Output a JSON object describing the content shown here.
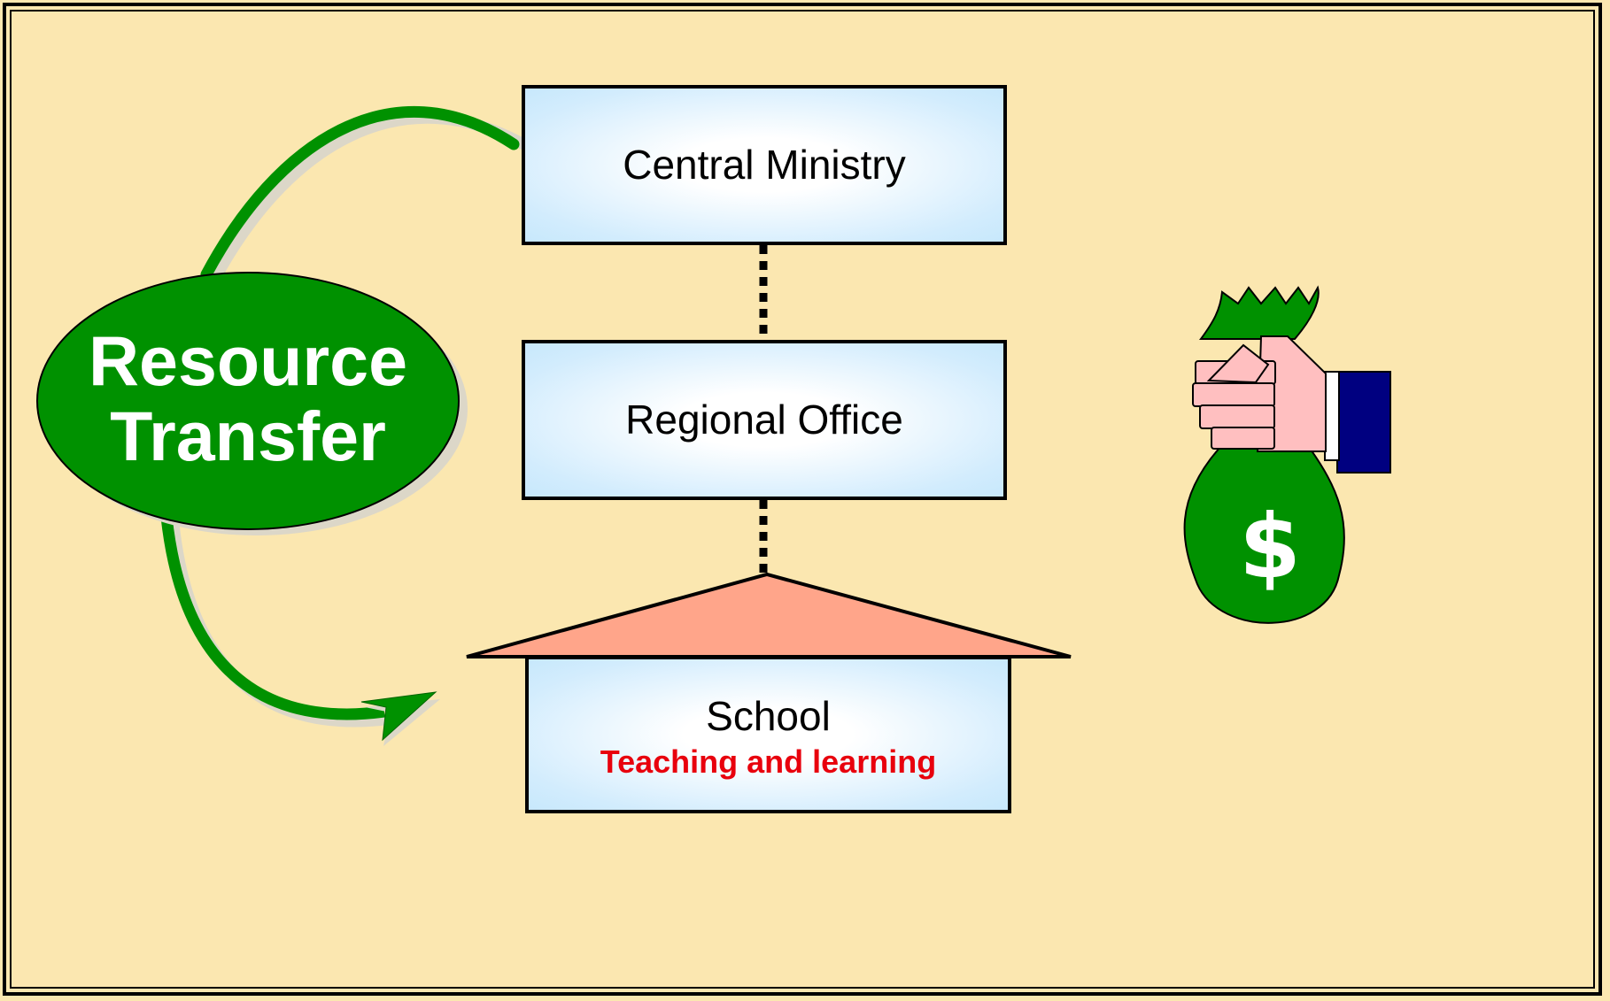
{
  "diagram": {
    "resource_transfer": {
      "line1": "Resource",
      "line2": "Transfer"
    },
    "central_ministry": {
      "label": "Central Ministry"
    },
    "regional_office": {
      "label": "Regional Office"
    },
    "school": {
      "label": "School",
      "sub_label": "Teaching and learning"
    },
    "money_bag": {
      "symbol": "$",
      "icon": "money-bag-hand-icon"
    }
  },
  "colors": {
    "background": "#fbe7b0",
    "green": "#009100",
    "roof": "#ffa58a",
    "box_fill": "#d2ecfd",
    "sub_label": "#e8000d",
    "sleeve": "#000080",
    "hand": "#ffbfc0"
  }
}
